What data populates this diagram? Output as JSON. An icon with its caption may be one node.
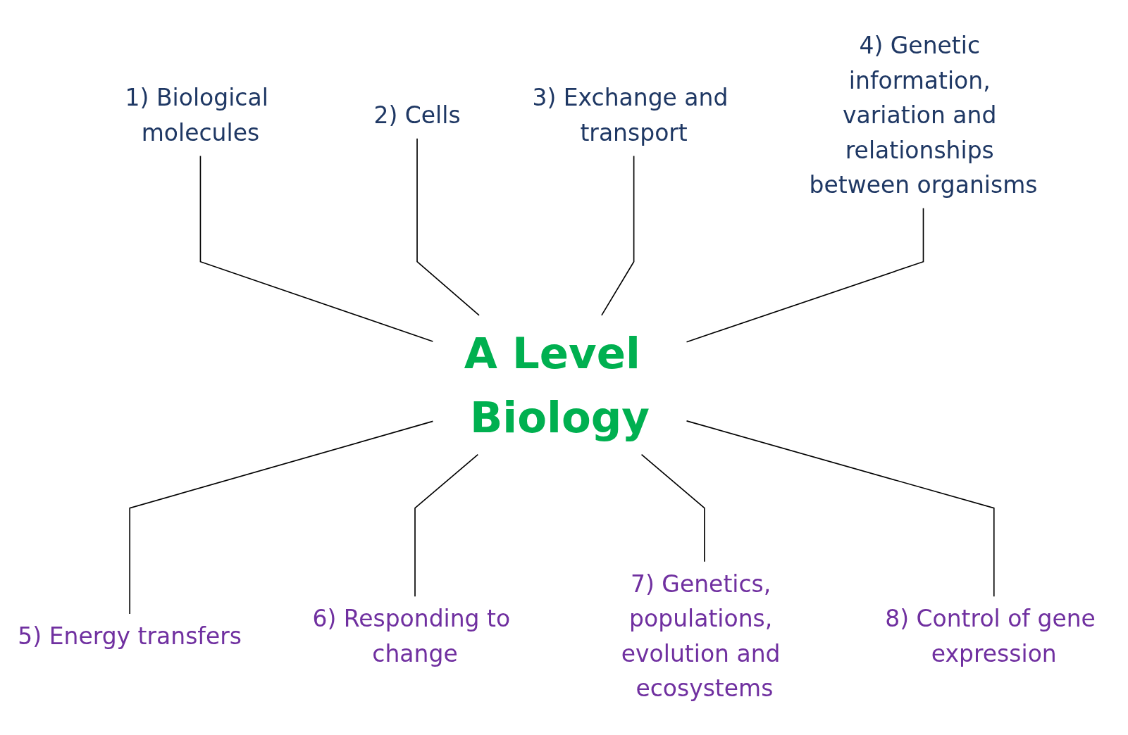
{
  "diagram": {
    "nodes": [
      {
        "text": [
          "1) Biological molecules"
        ]
      },
      {
        "text": [
          "2) Cells"
        ]
      },
      {
        "text": [
          "3) Exchange and transport"
        ]
      },
      {
        "text": [
          "4) Genetic information, variation and relationships between organisms"
        ]
      },
      {
        "text": [
          "A Level Biology"
        ]
      },
      {
        "text": [
          "5) Energy transfers"
        ]
      },
      {
        "text": [
          "6) Responding to change"
        ]
      },
      {
        "text": [
          "7) Genetics, populations, evolution and ecosystems"
        ]
      },
      {
        "text": [
          "8) Control of gene expression"
        ]
      }
    ],
    "edges": [
      {
        "from": 0,
        "to": 4,
        "arrow": "none"
      },
      {
        "from": 1,
        "to": 4,
        "arrow": "none"
      },
      {
        "from": 2,
        "to": 4,
        "arrow": "none"
      },
      {
        "from": 3,
        "to": 4,
        "arrow": "none"
      },
      {
        "from": 4,
        "to": 5,
        "arrow": "none"
      },
      {
        "from": 4,
        "to": 6,
        "arrow": "none"
      },
      {
        "from": 4,
        "to": 7,
        "arrow": "none"
      },
      {
        "from": 4,
        "to": 8,
        "arrow": "none"
      }
    ]
  }
}
